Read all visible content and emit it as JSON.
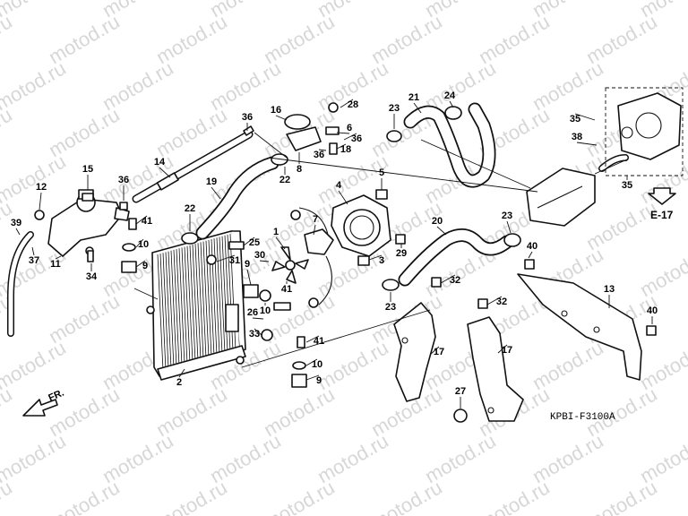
{
  "watermark": "motod.ru",
  "diagram_code": "KPBI-F3100A",
  "ref_label": "E-17",
  "direction_label": "FR.",
  "callouts": [
    "1",
    "2",
    "3",
    "4",
    "5",
    "6",
    "7",
    "8",
    "9",
    "10",
    "11",
    "12",
    "13",
    "14",
    "15",
    "16",
    "17",
    "18",
    "19",
    "20",
    "21",
    "22",
    "23",
    "24",
    "25",
    "26",
    "27",
    "28",
    "29",
    "30",
    "31",
    "32",
    "33",
    "34",
    "35",
    "36",
    "37",
    "38",
    "39",
    "40",
    "41"
  ]
}
